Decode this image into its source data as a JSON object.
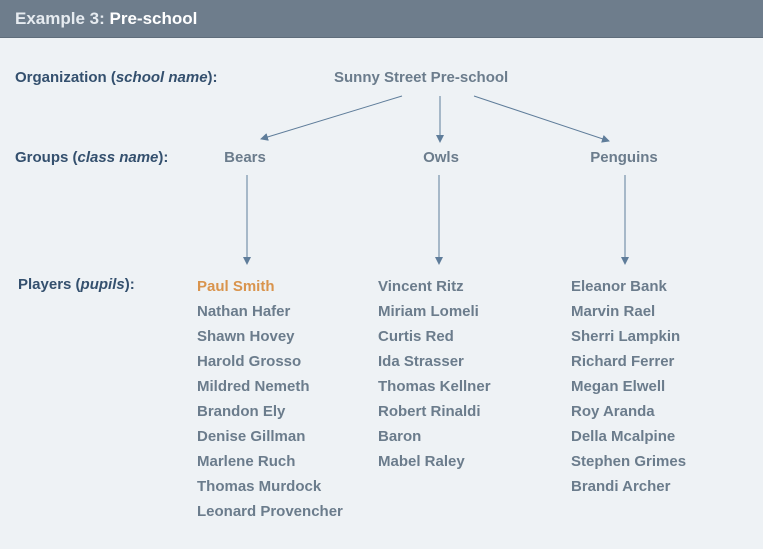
{
  "header": {
    "prefix": "Example 3:",
    "title": "Pre-school"
  },
  "labels": {
    "organization": {
      "text": "Organization (",
      "italic": "school name",
      "end": "):"
    },
    "groups": {
      "text": "Groups (",
      "italic": "class name",
      "end": "):"
    },
    "players": {
      "text": "Players (",
      "italic": "pupils",
      "end": "):"
    }
  },
  "organization": "Sunny Street Pre-school",
  "groups": [
    "Bears",
    "Owls",
    "Penguins"
  ],
  "pupils": {
    "bears": [
      "Paul Smith",
      "Nathan Hafer",
      "Shawn Hovey",
      "Harold Grosso",
      "Mildred Nemeth",
      "Brandon Ely",
      "Denise Gillman",
      "Marlene Ruch",
      "Thomas Murdock",
      "Leonard Provencher"
    ],
    "owls": [
      "Vincent Ritz",
      "Miriam Lomeli",
      "Curtis Red",
      "Ida Strasser",
      "Thomas Kellner",
      "Robert Rinaldi",
      "Baron",
      "Mabel Raley"
    ],
    "penguins": [
      "Eleanor Bank",
      "Marvin Rael",
      "Sherri Lampkin",
      "Richard Ferrer",
      "Megan Elwell",
      "Roy Aranda",
      "Della Mcalpine",
      "Stephen Grimes",
      "Brandi Archer"
    ]
  },
  "highlight": "Paul Smith",
  "colors": {
    "header_bg": "#6e7d8c",
    "label": "#34506e",
    "node": "#6b7c8c",
    "highlight": "#d9944d",
    "arrow": "#5f7d9a"
  }
}
